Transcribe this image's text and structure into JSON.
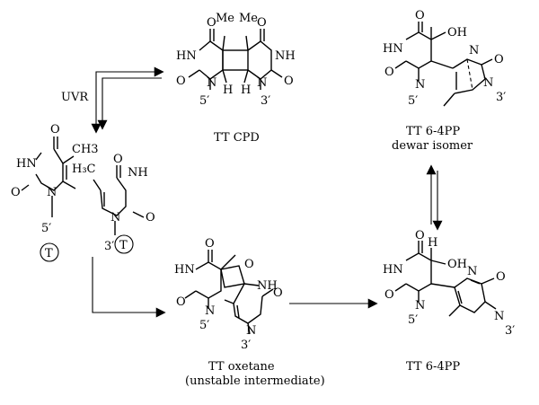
{
  "labels": {
    "uvr": "UVR",
    "me": "Me",
    "h": "H",
    "oh": "OH",
    "hn": "HN",
    "nh": "NH",
    "n": "N",
    "o": "O",
    "h3c": "H₃C",
    "five_prime": "5′",
    "three_prime": "3′",
    "t": "T"
  },
  "captions": {
    "cpd": "TT CPD",
    "dewar_line1": "TT 6-4PP",
    "dewar_line2": "dewar isomer",
    "oxetane_line1": "TT oxetane",
    "oxetane_line2": "(unstable intermediate)",
    "pp64": "TT 6-4PP"
  }
}
